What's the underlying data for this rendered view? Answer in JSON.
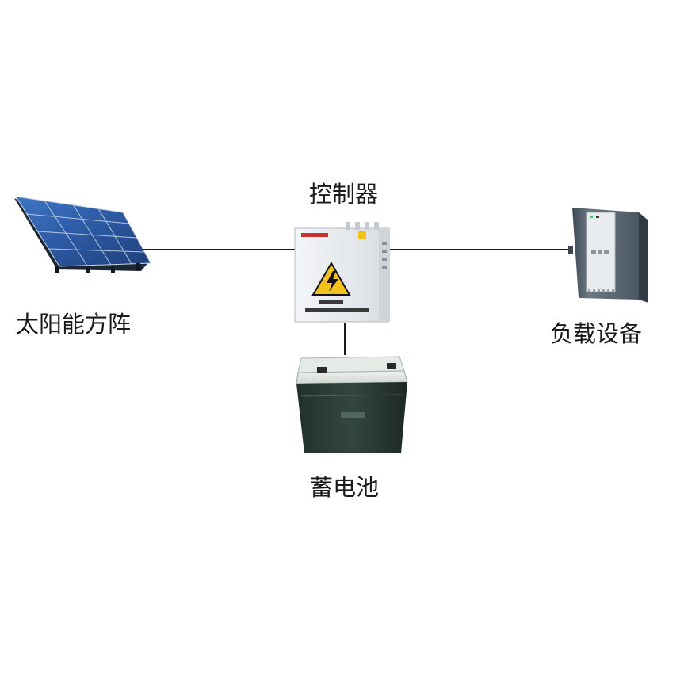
{
  "nodes": {
    "controller": {
      "label": "控制器"
    },
    "solar_array": {
      "label": "太阳能方阵"
    },
    "load": {
      "label": "负载设备"
    },
    "battery": {
      "label": "蓄电池"
    }
  },
  "edges": [
    {
      "from": "solar_array",
      "to": "controller"
    },
    {
      "from": "controller",
      "to": "load"
    },
    {
      "from": "controller",
      "to": "battery"
    }
  ],
  "colors": {
    "line": "#1a1a1a",
    "panel_blue": "#2e5ea8",
    "controller_body": "#e9ecef",
    "warning_yellow": "#f3c21b",
    "battery_body": "#2a3a34",
    "load_body": "#56646f"
  },
  "icons": [
    "solar-panel-icon",
    "controller-box-icon",
    "battery-icon",
    "load-device-icon",
    "high-voltage-warning-icon"
  ]
}
